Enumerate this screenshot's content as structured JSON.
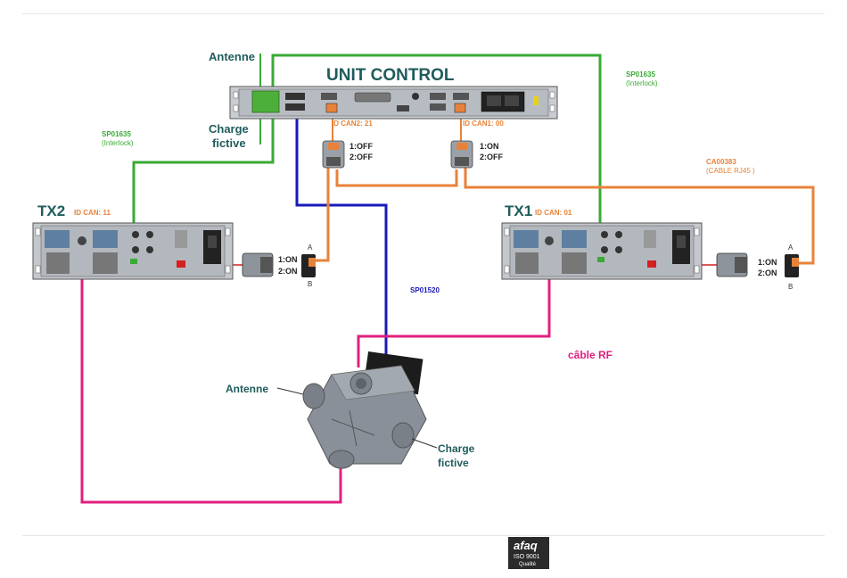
{
  "title": "UNIT CONTROL",
  "tx2": {
    "name": "TX2",
    "id_can": "ID CAN: 11",
    "switch_1": "1:ON",
    "switch_2": "2:ON",
    "pin_a": "A",
    "pin_b": "B"
  },
  "tx1": {
    "name": "TX1",
    "id_can": "ID CAN: 01",
    "switch_1": "1:ON",
    "switch_2": "2:ON",
    "pin_a": "A",
    "pin_b": "B"
  },
  "unit": {
    "id_can2": "ID CAN2: 21",
    "id_can1": "ID CAN1: 00"
  },
  "conn_left": {
    "s1": "1:OFF",
    "s2": "2:OFF"
  },
  "conn_right": {
    "s1": "1:ON",
    "s2": "2:OFF"
  },
  "labels": {
    "antenne_top": "Antenne",
    "charge_top_1": "Charge",
    "charge_top_2": "fictive",
    "antenne_switch": "Antenne",
    "charge_switch_1": "Charge",
    "charge_switch_2": "fictive",
    "sp01635_left": "SP01635",
    "interlock_left": "(Interlock)",
    "sp01635_right": "SP01635",
    "interlock_right": "(Interlock)",
    "ca00383": "CA00383",
    "cable_rj45": "(CABLE RJ45 )",
    "sp01520": "SP01520",
    "cable_rf": "câble RF"
  },
  "logo": {
    "brand": "afaq",
    "cert": "ISO 9001",
    "sub": "Qualité"
  },
  "colors": {
    "green": "#3aaa35",
    "orange": "#e8823a",
    "blue": "#1a1ab8",
    "pink": "#e0207f",
    "teal": "#1f5c5c"
  }
}
